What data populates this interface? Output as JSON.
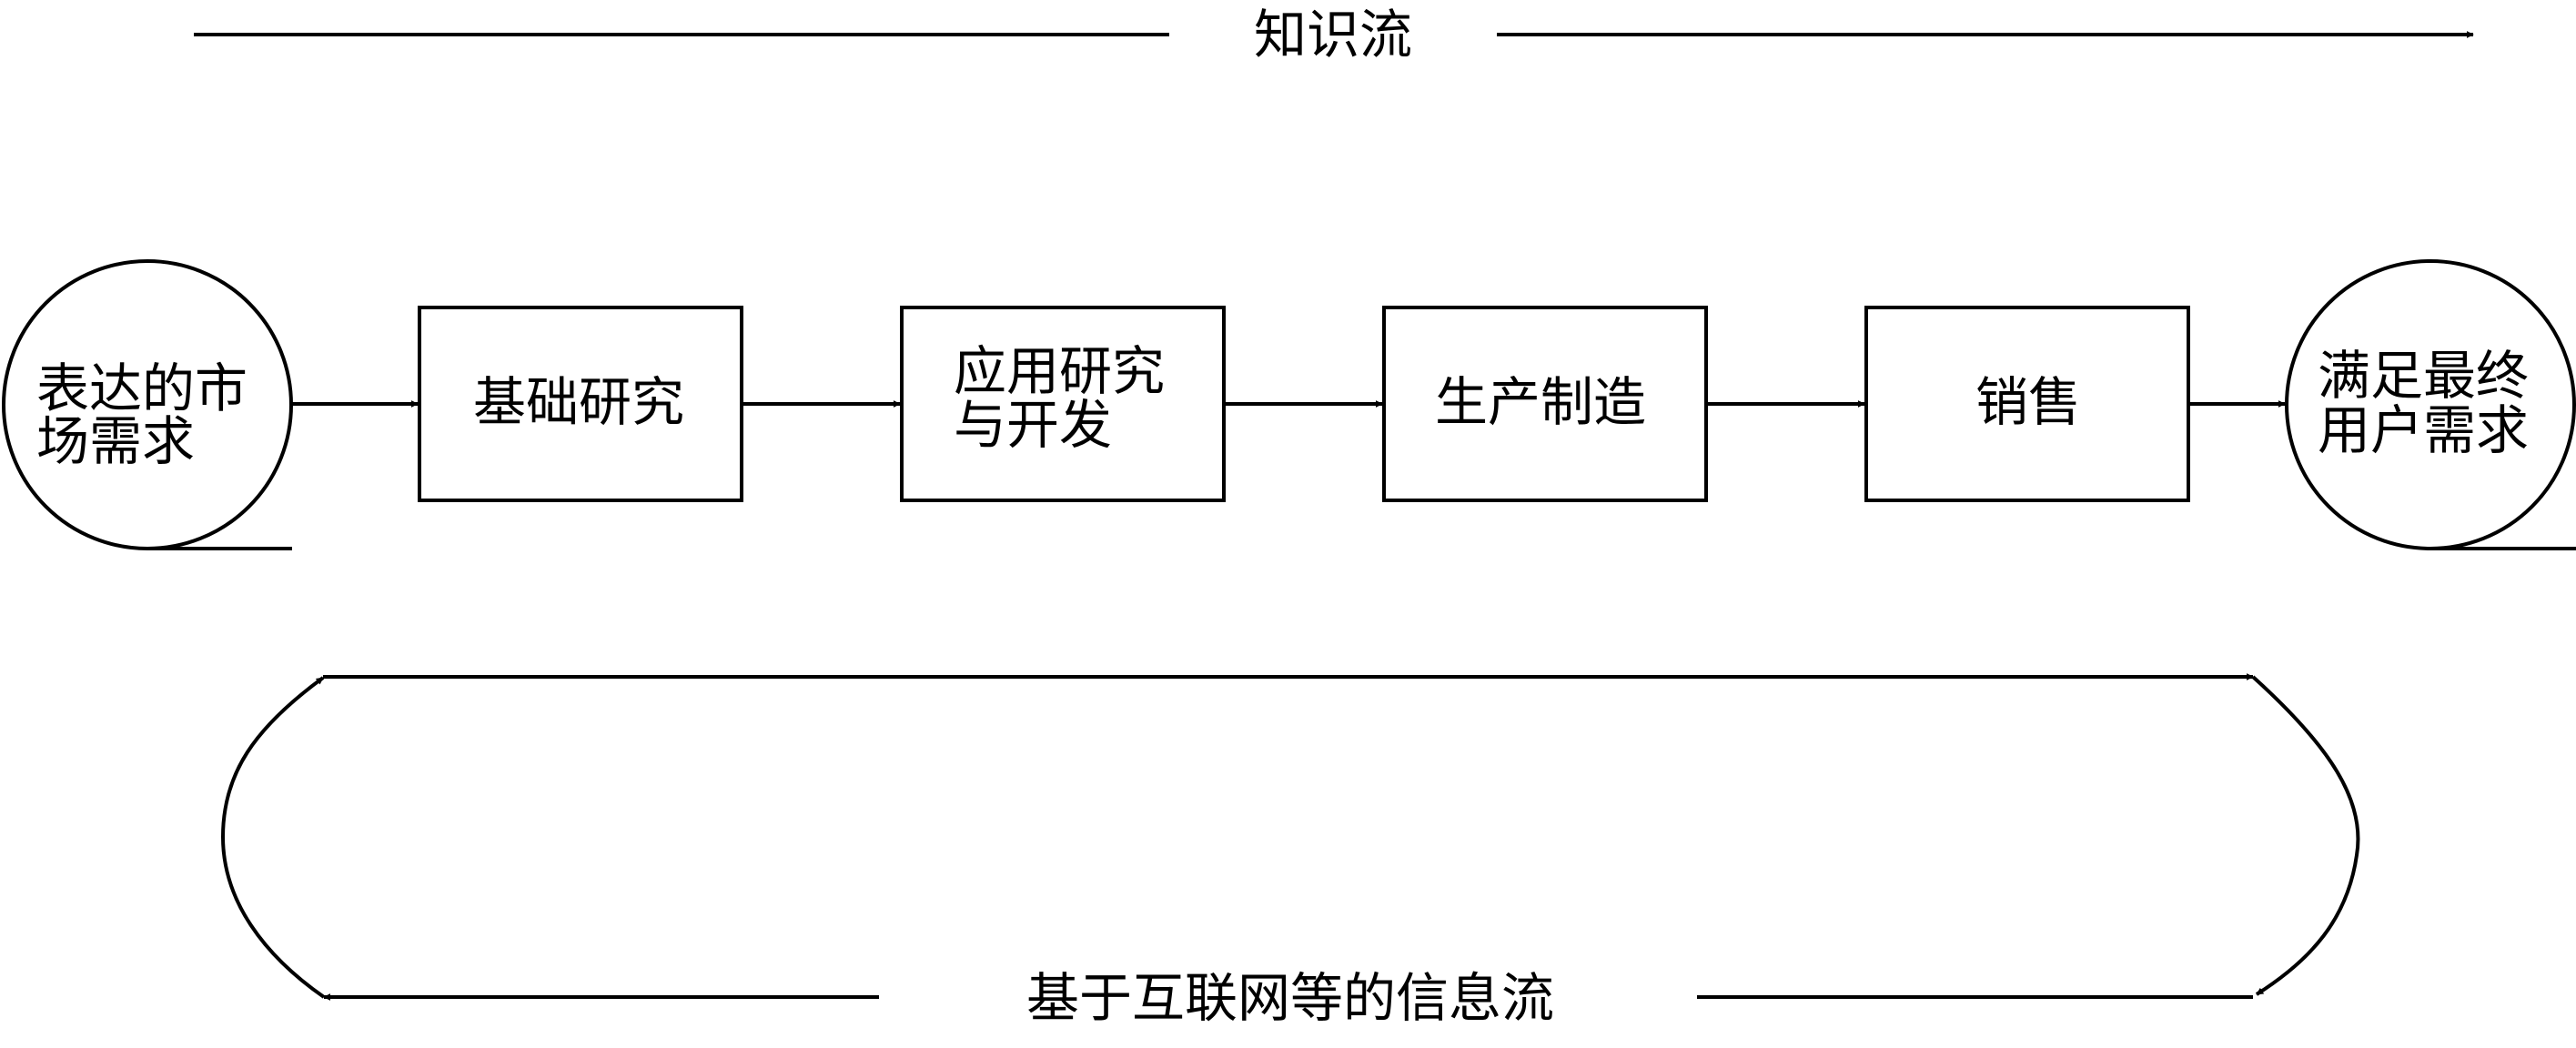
{
  "diagram": {
    "knowledge_flow_label": "知识流",
    "information_flow_label": "基于互联网等的信息流",
    "start_node": {
      "line1": "表达的市",
      "line2": "场需求"
    },
    "steps": [
      {
        "lines": [
          "基础研究"
        ]
      },
      {
        "lines": [
          "应用研究",
          "与开发"
        ]
      },
      {
        "lines": [
          "生产制造"
        ]
      },
      {
        "lines": [
          "销售"
        ]
      }
    ],
    "end_node": {
      "line1": "满足最终",
      "line2": "用户需求"
    }
  }
}
